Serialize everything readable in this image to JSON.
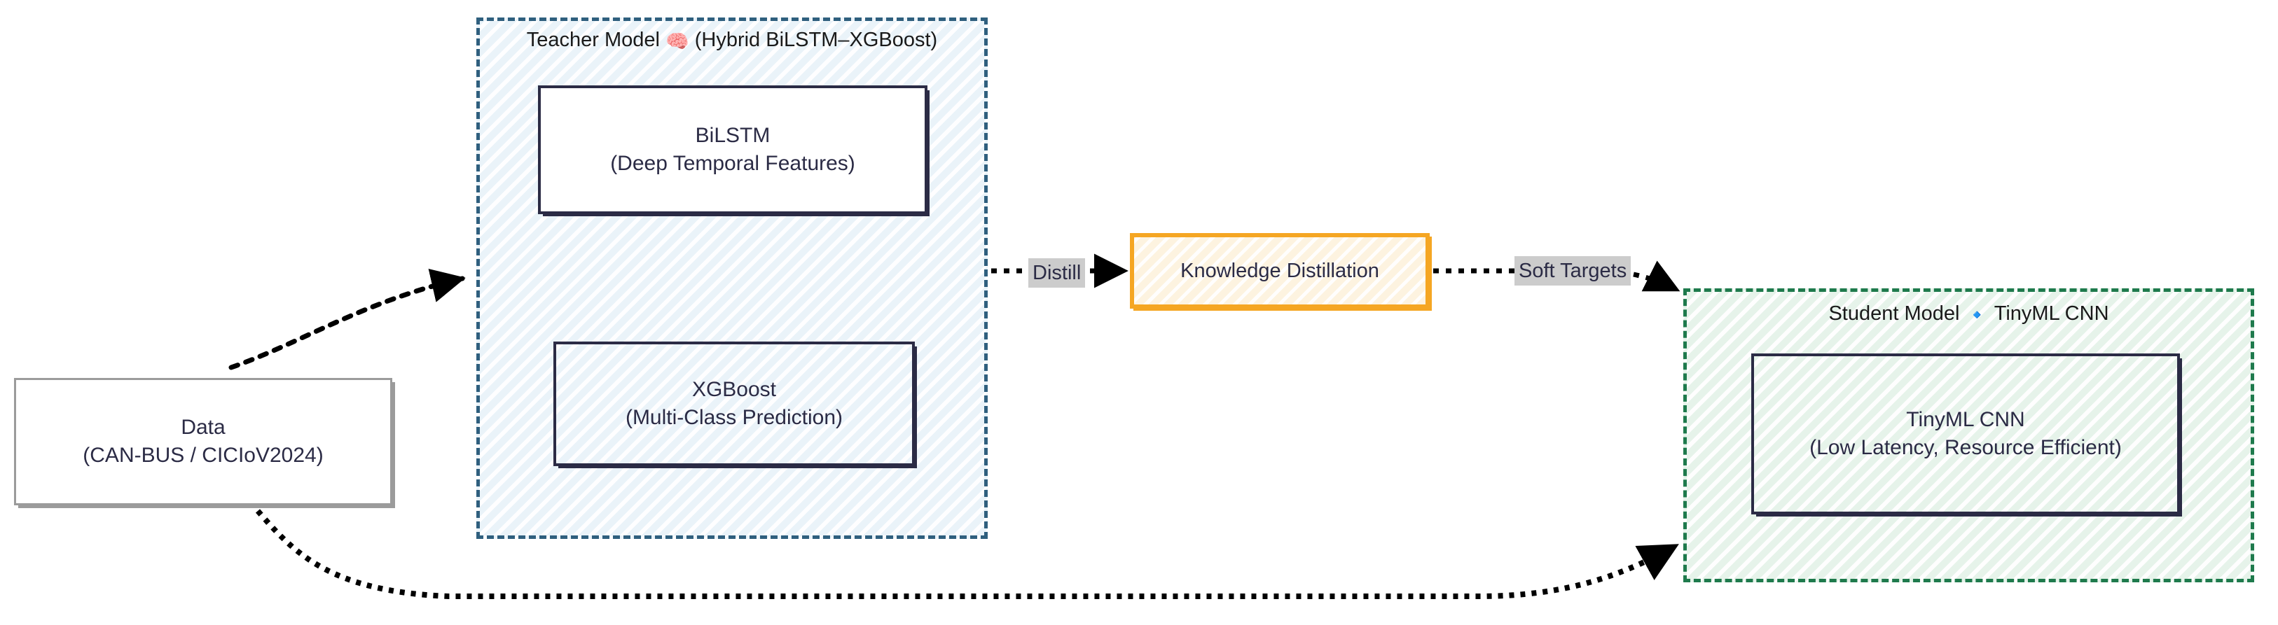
{
  "diagram": {
    "type": "flowchart",
    "title_visible": false,
    "colors": {
      "teacher_border": "#2f5f7e",
      "teacher_fill": "#eaf3f9",
      "student_border": "#1e7a4c",
      "student_fill": "#e6f3ea",
      "kd_border": "#f5a623",
      "kd_fill": "#fdf3e0",
      "node_border": "#2b2b45",
      "data_border": "#9b9b9b",
      "edge_label_bg": "#cccccc",
      "text": "#2b2b45"
    }
  },
  "nodes": {
    "data": {
      "line1": "Data",
      "line2": "(CAN-BUS / CICIoV2024)",
      "text": "Data\n(CAN-BUS / CICIoV2024)"
    },
    "bilstm": {
      "line1": "BiLSTM",
      "line2": "(Deep Temporal Features)",
      "text": "BiLSTM\n(Deep Temporal Features)"
    },
    "xgboost": {
      "line1": "XGBoost",
      "line2": "(Multi-Class Prediction)",
      "text": "XGBoost\n(Multi-Class Prediction)"
    },
    "knowledge_distillation": {
      "text": "Knowledge Distillation"
    },
    "tinyml": {
      "line1": "TinyML CNN",
      "line2": "(Low Latency, Resource Efficient)",
      "text": "TinyML CNN\n(Low Latency, Resource Efficient)"
    }
  },
  "subgraphs": {
    "teacher": {
      "title_prefix": "Teacher Model ",
      "emoji": "🧠",
      "emoji_name": "brain-emoji",
      "title_suffix": " (Hybrid BiLSTM–XGBoost)",
      "title_full": "Teacher Model 🧠 (Hybrid BiLSTM–XGBoost)"
    },
    "student": {
      "title_prefix": "Student Model ",
      "emoji": "🔹",
      "emoji_name": "small-blue-diamond-emoji",
      "title_suffix": " TinyML CNN",
      "title_full": "Student Model 🔹 TinyML CNN"
    }
  },
  "edges": [
    {
      "from": "data",
      "to": "teacher",
      "label": "",
      "style": "dotted-arrow"
    },
    {
      "from": "bilstm",
      "to": "xgboost",
      "label": "",
      "style": "solid-arrow"
    },
    {
      "from": "teacher",
      "to": "knowledge_distillation",
      "label": "Distill",
      "style": "dotted-arrow"
    },
    {
      "from": "knowledge_distillation",
      "to": "student",
      "label": "Soft Targets",
      "style": "dotted-arrow"
    },
    {
      "from": "data",
      "to": "student",
      "label": "",
      "style": "dotted-arrow"
    }
  ],
  "edge_labels": {
    "distill": "Distill",
    "soft_targets": "Soft Targets"
  }
}
